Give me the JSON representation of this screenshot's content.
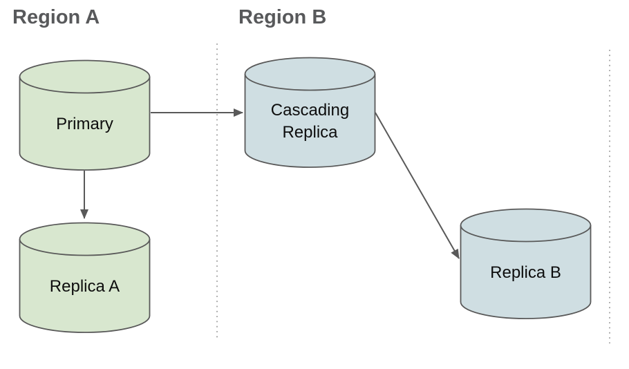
{
  "regions": {
    "a": {
      "label": "Region A"
    },
    "b": {
      "label": "Region B"
    }
  },
  "nodes": {
    "primary": {
      "label": "Primary",
      "region": "Region A",
      "shape": "database-cylinder",
      "fill": "#d8e7cf"
    },
    "replica_a": {
      "label": "Replica A",
      "region": "Region A",
      "shape": "database-cylinder",
      "fill": "#d8e7cf"
    },
    "cascading_replica": {
      "label": "Cascading Replica",
      "region": "Region B",
      "shape": "database-cylinder",
      "fill": "#cfdee2"
    },
    "replica_b": {
      "label": "Replica B",
      "region": "Region B",
      "shape": "database-cylinder",
      "fill": "#cfdee2"
    }
  },
  "edges": [
    {
      "from": "Primary",
      "to": "Cascading Replica",
      "style": "solid-arrow"
    },
    {
      "from": "Primary",
      "to": "Replica A",
      "style": "solid-arrow"
    },
    {
      "from": "Cascading Replica",
      "to": "Replica B",
      "style": "solid-arrow"
    }
  ],
  "separators": [
    {
      "between": "Region A | Region B",
      "style": "dotted-vertical"
    },
    {
      "between": "Region B | right edge",
      "style": "dotted-vertical"
    }
  ],
  "colors": {
    "background": "#ffffff",
    "region_label_text": "#58595b",
    "node_label_text": "#0d0d0d",
    "node_stroke": "#595959",
    "edge_stroke": "#595959",
    "separator_stroke": "#8c8c8c",
    "region_a_fill": "#d8e7cf",
    "region_b_fill": "#cfdee2"
  }
}
